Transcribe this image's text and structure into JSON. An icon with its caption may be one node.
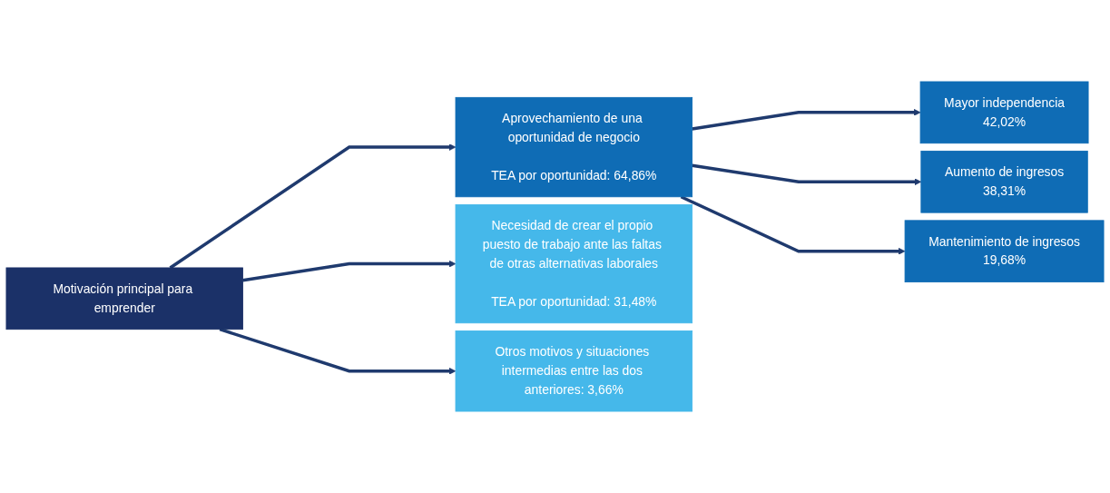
{
  "diagram": {
    "nodes": [
      {
        "text": [
          "Motivación principal para emprender"
        ]
      },
      {
        "text": [
          "Aprovechamiento de una oportunidad de negocio",
          "TEA por oportunidad: 64,86%"
        ]
      },
      {
        "text": [
          "Necesidad de crear el propio puesto de trabajo ante las faltas de otras alternativas laborales",
          "TEA por oportunidad: 31,48%"
        ]
      },
      {
        "text": [
          "Otros motivos y situaciones intermedias entre las dos anteriores: 3,66%"
        ]
      },
      {
        "text": [
          "Mayor independencia",
          "42,02%"
        ]
      },
      {
        "text": [
          "Aumento de ingresos",
          "38,31%"
        ]
      },
      {
        "text": [
          "Mantenimiento de ingresos",
          "19,68%"
        ]
      }
    ],
    "edges": [
      {
        "from": 0,
        "to": 1,
        "arrow": "to"
      },
      {
        "from": 0,
        "to": 2,
        "arrow": "to"
      },
      {
        "from": 0,
        "to": 3,
        "arrow": "to"
      },
      {
        "from": 1,
        "to": 4,
        "arrow": "to"
      },
      {
        "from": 1,
        "to": 5,
        "arrow": "to"
      },
      {
        "from": 1,
        "to": 6,
        "arrow": "to"
      }
    ]
  }
}
